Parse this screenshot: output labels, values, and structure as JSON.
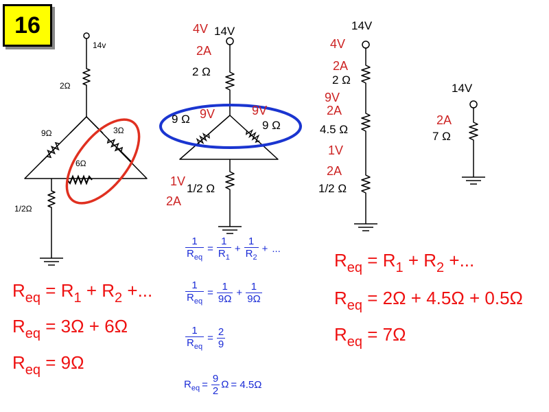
{
  "slide_number": "16",
  "circuit1": {
    "source": "14v",
    "r_top": "2Ω",
    "r_left": "9Ω",
    "r_right": "3Ω",
    "r_mid": "6Ω",
    "r_bottom": "1/2Ω"
  },
  "circuit2": {
    "source": "14V",
    "top_voltage": "4V",
    "top_current": "2A",
    "r_top": "2 Ω",
    "r_left": "9 Ω",
    "left_voltage": "9V",
    "r_right": "9 Ω",
    "right_voltage": "9V",
    "r_bottom": "1/2 Ω",
    "bottom_voltage": "1V",
    "bottom_current": "2A"
  },
  "circuit3": {
    "source": "14V",
    "v1": "4V",
    "i1": "2A",
    "r1": "2 Ω",
    "v2": "9V",
    "i2": "2A",
    "r2": "4.5 Ω",
    "v3": "1V",
    "i3": "2A",
    "r3": "1/2 Ω"
  },
  "circuit4": {
    "source": "14V",
    "current": "2A",
    "resistance": "7 Ω"
  },
  "eq_series_left": {
    "R": "R",
    "sub_eq": "eq",
    "eqs": "=",
    "R1": "R",
    "sub1": "1",
    "plus1": "+",
    "R2": "R",
    "sub2": "2",
    "plus2": "+",
    "dots": "...",
    "line2_rhs": "= 3Ω + 6Ω",
    "line3_rhs": "= 9Ω"
  },
  "eq_parallel": {
    "one": "1",
    "R": "R",
    "sub_eq": "eq",
    "sub1": "1",
    "sub2": "2",
    "plus": "+",
    "dots": "...",
    "eqs": "=",
    "nine_ohm": "9Ω",
    "two": "2",
    "nine": "9",
    "omega": "Ω",
    "result": "= 4.5Ω"
  },
  "eq_series_right": {
    "R": "R",
    "sub_eq": "eq",
    "eqs": "=",
    "sub1": "1",
    "sub2": "2",
    "plus": "+",
    "dots": "...",
    "line2_rhs": "= 2Ω + 4.5Ω + 0.5Ω",
    "line3_rhs": "= 7Ω"
  },
  "colors": {
    "annotation_red": "#cc2222",
    "equation_red": "#ee1111",
    "equation_blue": "#1a2bd6",
    "highlight_red": "#e03020",
    "highlight_blue": "#1a35d0",
    "badge_yellow": "#ffff00"
  }
}
